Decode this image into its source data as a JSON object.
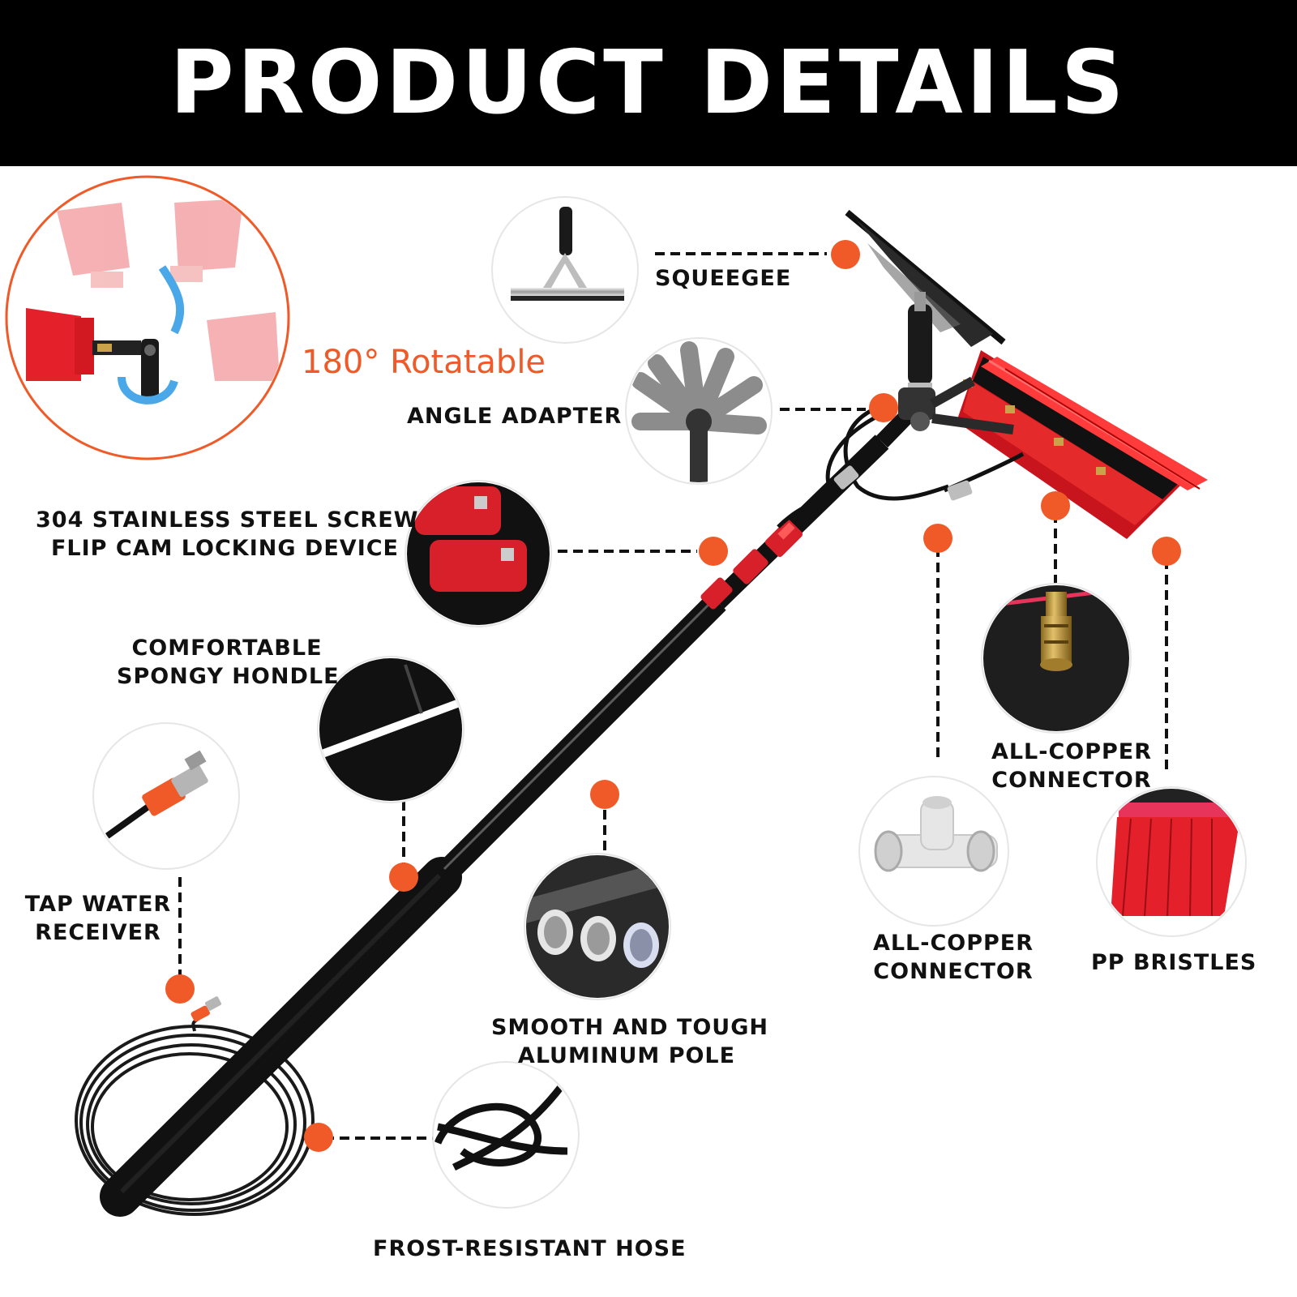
{
  "header": {
    "title": "PRODUCT DETAILS"
  },
  "rotatable": "180° Rotatable",
  "colors": {
    "accent": "#f05a28",
    "bristle": "#e41d1d",
    "pole": "#111111",
    "header_bg": "#000000"
  },
  "labels": {
    "squeegee": "SQUEEGEE",
    "angle_adapter": "ANGLE ADAPTER",
    "screw": [
      "304 STAINLESS STEEL SCREW",
      "FLIP CAM LOCKING DEVICE"
    ],
    "handle": [
      "COMFORTABLE",
      "SPONGY HONDLE"
    ],
    "tap": [
      "TAP WATER",
      "RECEIVER"
    ],
    "pole": [
      "SMOOTH AND TOUGH",
      "ALUMINUM POLE"
    ],
    "hose": "FROST-RESISTANT HOSE",
    "copper_right": [
      "ALL-COPPER",
      "CONNECTOR"
    ],
    "copper_left": [
      "ALL-COPPER",
      "CONNECTOR"
    ],
    "bristles": "PP BRISTLES"
  }
}
